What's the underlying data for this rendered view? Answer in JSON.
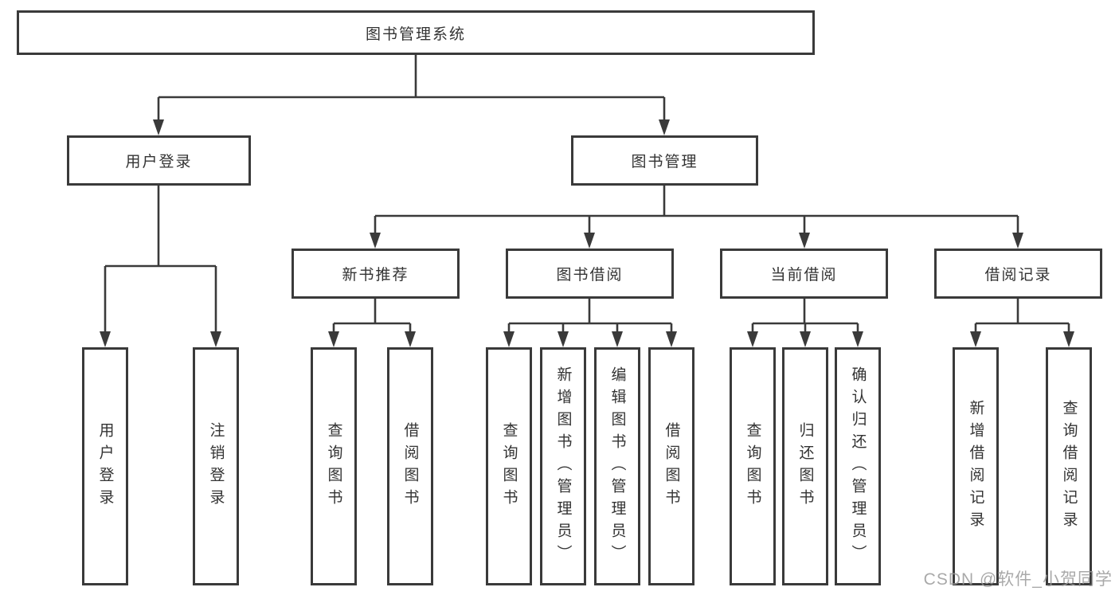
{
  "colors": {
    "line": "#3a3a3a",
    "border": "#3a3a3a",
    "text": "#333333",
    "box_bg": "#ffffff",
    "watermark": "#9b9b9b"
  },
  "watermark": {
    "text": "CSDN @软件_小贺同学"
  },
  "tree": {
    "root": {
      "label": "图书管理系统"
    },
    "branches": [
      {
        "label": "用户登录",
        "leaves": [
          {
            "label": "用户登录"
          },
          {
            "label": "注销登录"
          }
        ]
      },
      {
        "label": "图书管理",
        "groups": [
          {
            "label": "新书推荐",
            "leaves": [
              {
                "label": "查询图书"
              },
              {
                "label": "借阅图书"
              }
            ]
          },
          {
            "label": "图书借阅",
            "leaves": [
              {
                "label": "查询图书"
              },
              {
                "label": "新增图书（管理员）"
              },
              {
                "label": "编辑图书（管理员）"
              },
              {
                "label": "借阅图书"
              }
            ]
          },
          {
            "label": "当前借阅",
            "leaves": [
              {
                "label": "查询图书"
              },
              {
                "label": "归还图书"
              },
              {
                "label": "确认归还（管理员）"
              }
            ]
          },
          {
            "label": "借阅记录",
            "leaves": [
              {
                "label": "新增借阅记录"
              },
              {
                "label": "查询借阅记录"
              }
            ]
          }
        ]
      }
    ]
  }
}
